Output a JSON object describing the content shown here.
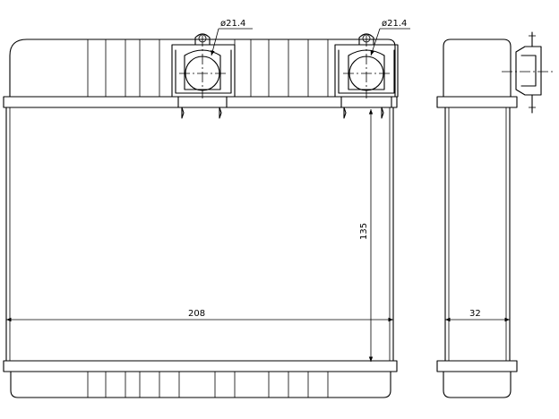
{
  "dimensions": {
    "width": "208",
    "height": "135",
    "depth": "32",
    "pipe_diameter_left": "ø21.4",
    "pipe_diameter_right": "ø21.4"
  }
}
